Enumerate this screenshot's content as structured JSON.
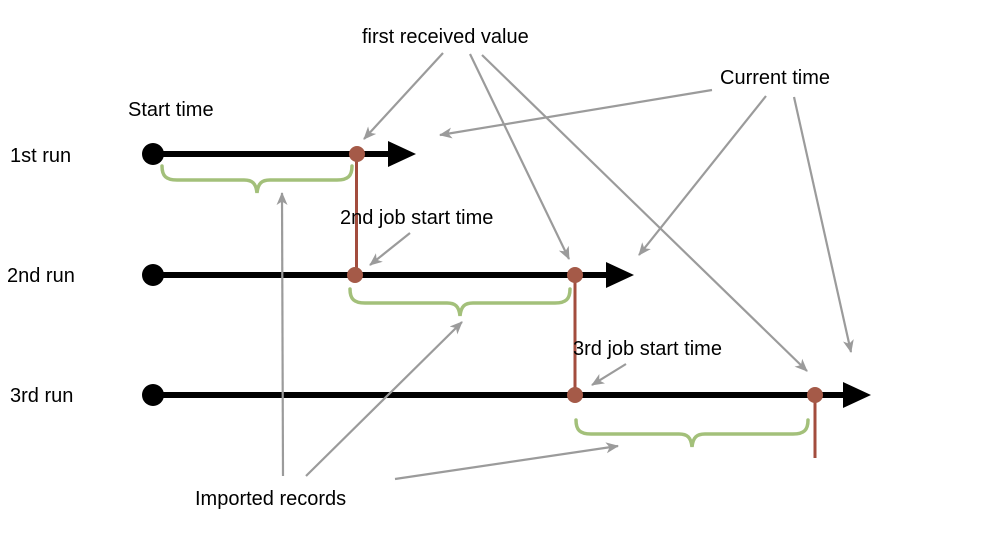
{
  "labels": {
    "first_received_value": "first received value",
    "current_time": "Current time",
    "start_time": "Start time",
    "run_1": "1st run",
    "run_2": "2nd run",
    "run_3": "3rd run",
    "second_job_start_time": "2nd job start time",
    "third_job_start_time": "3rd job start time",
    "imported_records": "Imported records"
  },
  "colors": {
    "background": "#ffffff",
    "text": "#000000",
    "timeline": "#000000",
    "received_value_dot": "#a55a48",
    "received_value_line": "#a34d3e",
    "imported_records_brace": "#a3c07a",
    "annotation_arrow": "#9b9b9b"
  }
}
